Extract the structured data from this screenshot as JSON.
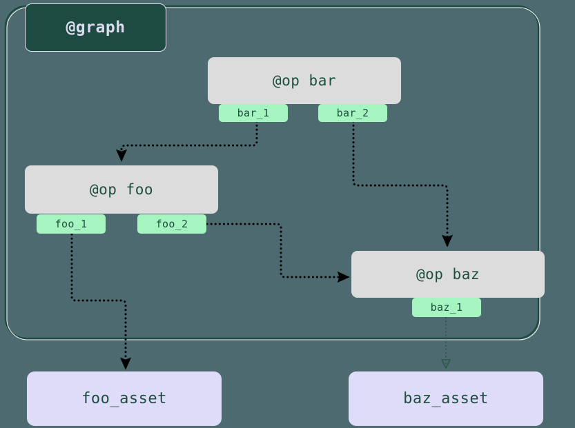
{
  "diagram": {
    "type": "dagster-job-graph",
    "background_color": "#4c6a70",
    "container": {
      "label": "@graph",
      "label_bg": "#1d4a41",
      "label_text_color": "#dcdcf0",
      "border_color": "#1d4a41",
      "border_highlight_color": "#ffffff"
    },
    "op_nodes": [
      {
        "id": "bar",
        "label": "@op bar",
        "bg": "#dcdcdc",
        "text_color": "#1d4e40",
        "ports": [
          {
            "id": "bar_1",
            "label": "bar_1",
            "bg": "#a6f4c0"
          },
          {
            "id": "bar_2",
            "label": "bar_2",
            "bg": "#a6f4c0"
          }
        ]
      },
      {
        "id": "foo",
        "label": "@op foo",
        "bg": "#dcdcdc",
        "text_color": "#1d4e40",
        "ports": [
          {
            "id": "foo_1",
            "label": "foo_1",
            "bg": "#a6f4c0"
          },
          {
            "id": "foo_2",
            "label": "foo_2",
            "bg": "#a6f4c0"
          }
        ]
      },
      {
        "id": "baz",
        "label": "@op baz",
        "bg": "#dcdcdc",
        "text_color": "#1d4e40",
        "ports": [
          {
            "id": "baz_1",
            "label": "baz_1",
            "bg": "#a6f4c0"
          }
        ]
      }
    ],
    "asset_nodes": [
      {
        "id": "foo_asset",
        "label": "foo_asset",
        "bg": "#dedcf9",
        "text_color": "#1d4e40"
      },
      {
        "id": "baz_asset",
        "label": "baz_asset",
        "bg": "#dedcf9",
        "text_color": "#1d4e40"
      }
    ],
    "edges": [
      {
        "id": "bar_1-to-foo",
        "from": "bar_1",
        "to": "foo",
        "style": "dotted",
        "color": "#000000",
        "arrowhead": "filled"
      },
      {
        "id": "bar_2-to-baz",
        "from": "bar_2",
        "to": "baz",
        "style": "dotted",
        "color": "#000000",
        "arrowhead": "filled"
      },
      {
        "id": "foo_2-to-baz",
        "from": "foo_2",
        "to": "baz",
        "style": "dotted",
        "color": "#000000",
        "arrowhead": "filled"
      },
      {
        "id": "foo_1-to-foo_asset",
        "from": "foo_1",
        "to": "foo_asset",
        "style": "dotted",
        "color": "#000000",
        "arrowhead": "filled"
      },
      {
        "id": "baz_1-to-baz_asset",
        "from": "baz_1",
        "to": "baz_asset",
        "style": "dotted",
        "color": "#2c5a4d",
        "arrowhead": "hollow"
      }
    ]
  }
}
